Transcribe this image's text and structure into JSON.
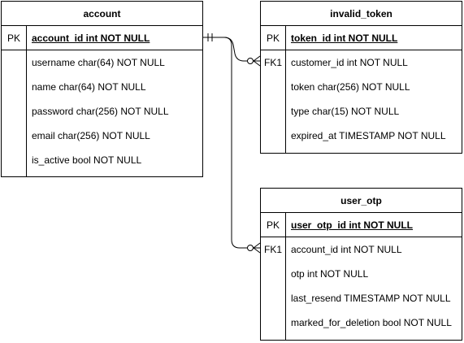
{
  "entities": {
    "account": {
      "title": "account",
      "pk_label": "PK",
      "pk_field": "account_id int NOT NULL",
      "fields": [
        "username char(64) NOT NULL",
        "name char(64) NOT NULL",
        "password char(256) NOT NULL",
        "email char(256) NOT NULL",
        "is_active bool NOT NULL"
      ]
    },
    "invalid_token": {
      "title": "invalid_token",
      "pk_label": "PK",
      "pk_field": "token_id int NOT NULL",
      "fk_label": "FK1",
      "fields": [
        "customer_id int NOT NULL",
        "token char(256) NOT NULL",
        "type char(15) NOT NULL",
        "expired_at TIMESTAMP NOT NULL"
      ]
    },
    "user_otp": {
      "title": "user_otp",
      "pk_label": "PK",
      "pk_field": "user_otp_id int NOT NULL",
      "fk_label": "FK1",
      "fields": [
        "account_id int NOT NULL",
        "otp int NOT NULL",
        "last_resend TIMESTAMP NOT NULL",
        "marked_for_deletion bool NOT NULL"
      ]
    }
  },
  "colors": {
    "stroke": "#000000",
    "background": "#ffffff"
  }
}
